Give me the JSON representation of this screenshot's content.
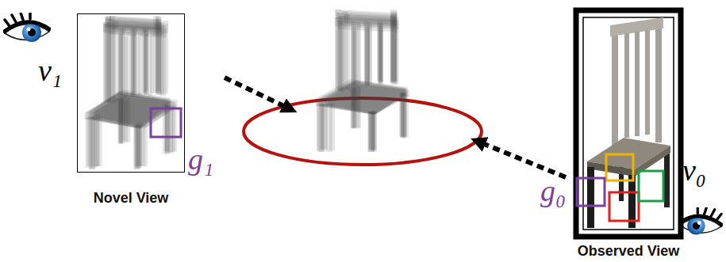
{
  "diagram": {
    "nodes": [
      {
        "text": [
          "Novel View"
        ]
      },
      {
        "text": [
          "Observed View"
        ]
      }
    ],
    "labels": [
      "v₁",
      "g₁",
      "v₀",
      "g₀"
    ]
  }
}
